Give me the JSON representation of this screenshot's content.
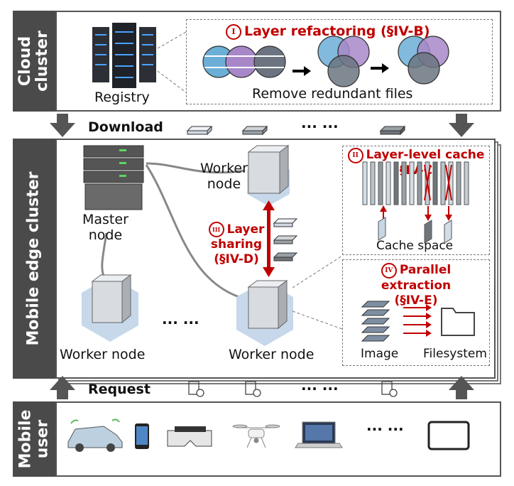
{
  "cloud": {
    "band_label": "Cloud\ncluster",
    "registry_label": "Registry",
    "refactor_num": "I",
    "refactor_title": "Layer refactoring (§IV-B)",
    "refactor_caption": "Remove redundant files"
  },
  "download_label": "Download",
  "download_ellipsis": "··· ···",
  "edge": {
    "band_label": "Mobile edge cluster",
    "master_label": "Master\nnode",
    "worker_top_label": "Worker\nnode",
    "worker_left_label": "Worker node",
    "worker_bottom_label": "Worker node",
    "mid_ellipsis": "··· ···",
    "sharing_num": "III",
    "sharing_title": "Layer\nsharing\n(§IV-D)",
    "cache_num": "II",
    "cache_title_1": "Layer-level cache",
    "cache_title_2": "(§IV-C)",
    "cache_caption": "Cache space",
    "parallel_num": "IV",
    "parallel_title_1": "Parallel extraction",
    "parallel_title_2": "(§IV-E)",
    "image_label": "Image",
    "filesystem_label": "Filesystem"
  },
  "request_label": "Request",
  "request_ellipsis": "··· ···",
  "user": {
    "band_label": "Mobile\nuser",
    "devices": [
      "car-icon",
      "phone-icon",
      "vr-headset-icon",
      "drone-icon",
      "laptop-icon",
      "tablet-icon"
    ],
    "device_ellipsis": "··· ···"
  },
  "colors": {
    "accent": "#c00000",
    "band": "#4a4a4a",
    "blue": "#6baed6",
    "purple": "#a887c9",
    "gray": "#6b7480"
  }
}
